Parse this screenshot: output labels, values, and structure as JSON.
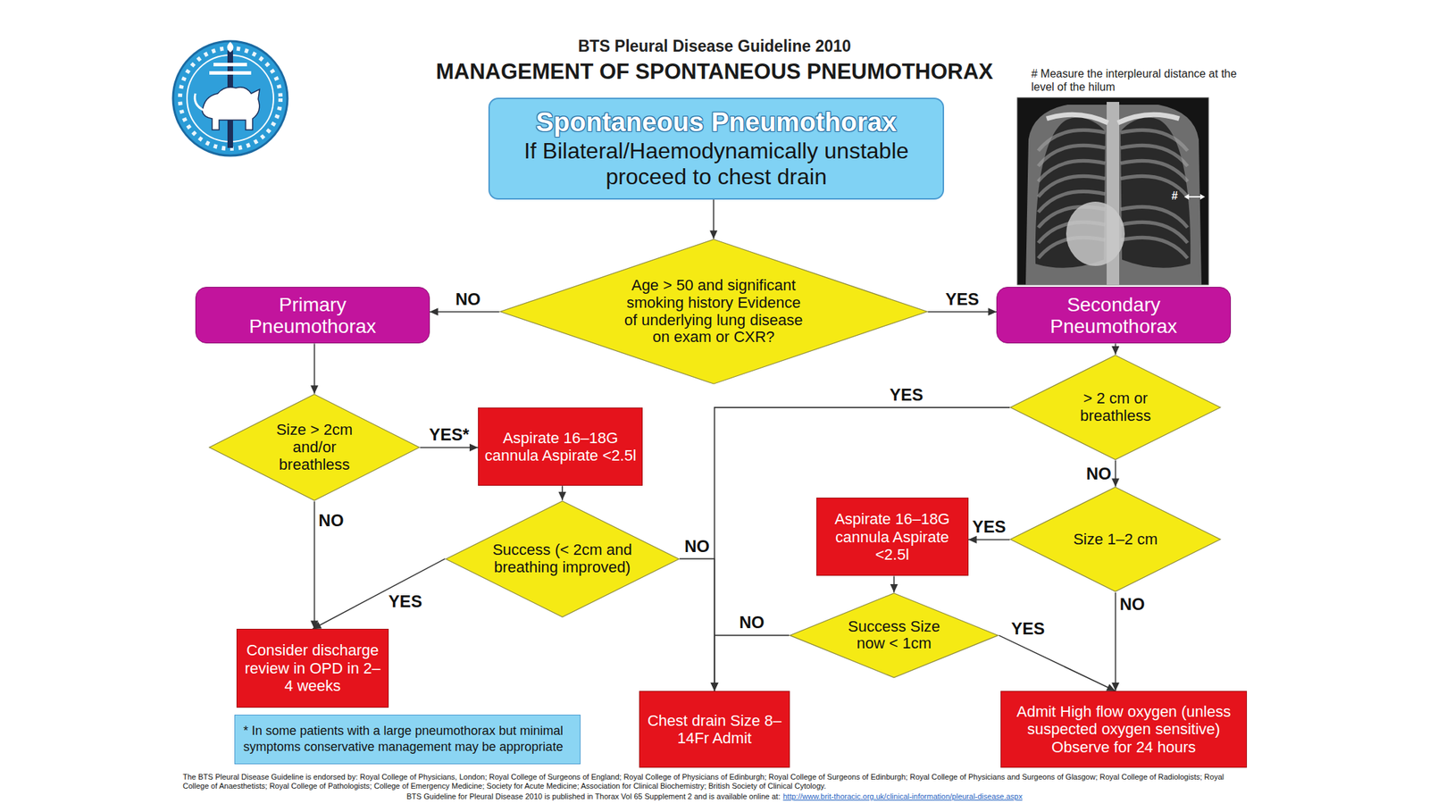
{
  "diagram": {
    "title": "MANAGEMENT OF SPONTANEOUS PNEUMOTHORAX",
    "nodes": [
      {
        "text": [
          "Spontaneous Pneumothorax",
          "If Bilateral/Haemodynamically unstable proceed to chest drain"
        ]
      },
      {
        "text": [
          "Age > 50 and significant smoking history Evidence of underlying lung disease on exam or CXR?"
        ]
      },
      {
        "text": [
          "Primary Pneumothorax"
        ]
      },
      {
        "text": [
          "Secondary Pneumothorax"
        ]
      },
      {
        "text": [
          "Size > 2cm and/or breathless"
        ]
      },
      {
        "text": [
          "Aspirate 16–18G cannula Aspirate <2.5l"
        ]
      },
      {
        "text": [
          "> 2 cm or breathless"
        ]
      },
      {
        "text": [
          "Success (< 2cm and breathing improved)"
        ]
      },
      {
        "text": [
          "Aspirate 16–18G cannula Aspirate <2.5l"
        ]
      },
      {
        "text": [
          "Size 1–2 cm"
        ]
      },
      {
        "text": [
          "Success Size now < 1cm"
        ]
      },
      {
        "text": [
          "Consider discharge review in OPD in 2–4 weeks"
        ]
      },
      {
        "text": [
          "Chest drain Size 8–14Fr Admit"
        ]
      },
      {
        "text": [
          "Admit High flow oxygen (unless suspected oxygen sensitive) Observe for 24 hours"
        ]
      },
      {
        "text": [
          "* In some patients with a large pneumothorax but minimal symptoms conservative management may be appropriate"
        ]
      }
    ],
    "edges": [
      {
        "from": 0,
        "to": 1,
        "arrow": "to"
      },
      {
        "from": 1,
        "to": 2,
        "label": "NO",
        "arrow": "to"
      },
      {
        "from": 1,
        "to": 3,
        "label": "YES",
        "arrow": "to"
      },
      {
        "from": 2,
        "to": 4,
        "arrow": "to"
      },
      {
        "from": 4,
        "to": 5,
        "label": "YES*",
        "arrow": "to"
      },
      {
        "from": 4,
        "to": 11,
        "label": "NO",
        "arrow": "to"
      },
      {
        "from": 5,
        "to": 7,
        "arrow": "to"
      },
      {
        "from": 7,
        "to": 11,
        "label": "YES",
        "arrow": "to"
      },
      {
        "from": 7,
        "to": 12,
        "label": "NO",
        "arrow": "to"
      },
      {
        "from": 3,
        "to": 6,
        "arrow": "to"
      },
      {
        "from": 6,
        "to": 12,
        "label": "YES",
        "arrow": "to"
      },
      {
        "from": 6,
        "to": 9,
        "label": "NO",
        "arrow": "to"
      },
      {
        "from": 9,
        "to": 8,
        "label": "YES",
        "arrow": "to"
      },
      {
        "from": 9,
        "to": 13,
        "label": "NO",
        "arrow": "to"
      },
      {
        "from": 8,
        "to": 10,
        "arrow": "to"
      },
      {
        "from": 10,
        "to": 12,
        "label": "NO",
        "arrow": "to"
      },
      {
        "from": 10,
        "to": 13,
        "label": "YES",
        "arrow": "to"
      }
    ],
    "labels": [
      "BTS Pleural Disease Guideline 2010",
      "# Measure the interpleural distance at the level of the hilum",
      "#",
      "The BTS Pleural Disease Guideline is endorsed by: Royal College of Physicians, London; Royal College of Surgeons of England; Royal College of Physicians of Edinburgh; Royal College of Surgeons of Edinburgh; Royal College of Physicians and Surgeons of Glasgow; Royal College of Radiologists; Royal College of Anaesthetists; Royal College of Pathologists; College of Emergency Medicine; Society for Acute Medicine; Association for Clinical Biochemistry; British Society of Clinical Cytology.",
      "BTS Guideline for Pleural Disease 2010 is published in Thorax Vol 65 Supplement 2 and is available online at:",
      "http://www.brit-thoracic.org.uk/clinical-information/pleural-disease.aspx"
    ]
  }
}
